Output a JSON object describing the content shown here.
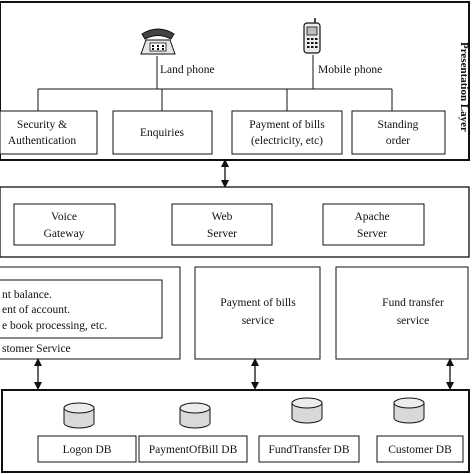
{
  "presentation_layer": {
    "title": "Presentation Layer",
    "land_phone_label": "Land phone",
    "mobile_phone_label": "Mobile phone",
    "land_phone_icon": "desk-phone-icon",
    "mobile_phone_icon": "mobile-phone-icon",
    "boxes": [
      {
        "line1": "Security &",
        "line2": "Authentication"
      },
      {
        "line1": "Enquiries",
        "line2": ""
      },
      {
        "line1": "Payment of bills",
        "line2": "(electricity, etc)"
      },
      {
        "line1": "Standing",
        "line2": "order"
      }
    ]
  },
  "gateway_layer": {
    "boxes": [
      {
        "line1": "Voice",
        "line2": "Gateway"
      },
      {
        "line1": "Web",
        "line2": "Server"
      },
      {
        "line1": "Apache",
        "line2": "Server"
      }
    ]
  },
  "service_layer": {
    "customer_service": {
      "lines": [
        "nt balance.",
        "ent of account.",
        "e book processing, etc."
      ],
      "label": "stomer Service"
    },
    "payment_service": {
      "line1": "Payment of bills",
      "line2": "service"
    },
    "fund_transfer_service": {
      "line1": "Fund transfer",
      "line2": "service"
    }
  },
  "database_layer": {
    "databases": [
      {
        "name": "Logon DB"
      },
      {
        "name": "PaymentOfBill DB"
      },
      {
        "name": "FundTransfer DB"
      },
      {
        "name": "Customer DB"
      }
    ]
  },
  "colors": {
    "stroke": "#111111",
    "db_fill": "#d9d9d9",
    "background": "#ffffff"
  }
}
